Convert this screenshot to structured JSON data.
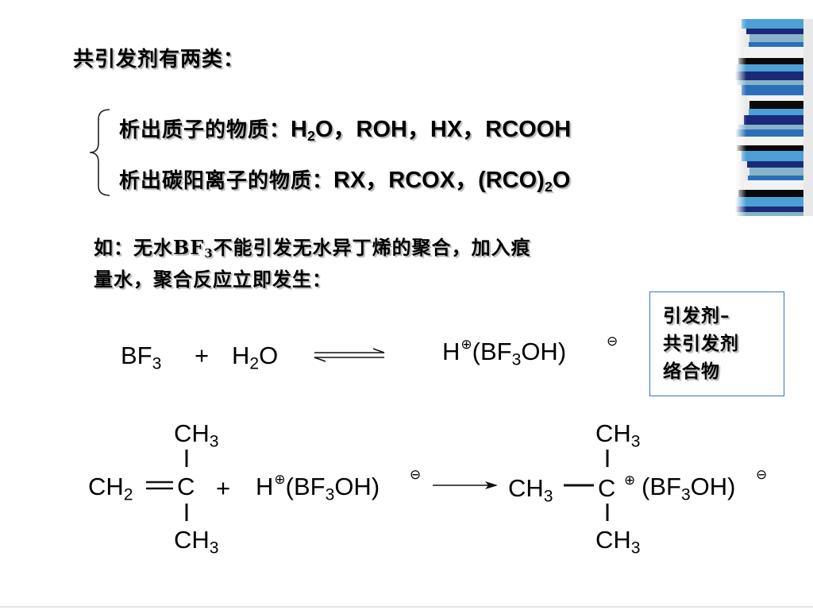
{
  "heading": "共引发剂有两类：",
  "category_lines": [
    {
      "label": "析出质子的物质：",
      "formula": {
        "a": "H",
        "a_sub": "2",
        "b": "O，ROH，HX，RCOOH"
      }
    },
    {
      "label": "析出碳阳离子的物质：",
      "formula": {
        "a": "RX，RCOX，(RCO)",
        "a_sub": "2",
        "b": "O"
      }
    }
  ],
  "example": {
    "part1": "如：无水",
    "chem": "BF",
    "chem_sub": "3",
    "part2": "不能引发无水异丁烯的聚合，加入痕",
    "line2": "量水，聚合反应立即发生："
  },
  "note_box": [
    "引发剂–",
    "共引发剂",
    "络合物"
  ],
  "reaction1": {
    "bf": "BF",
    "bf_sub": "3",
    "plus": "+",
    "h": "H",
    "h_sub": "2",
    "o": "O",
    "product_h": "H",
    "product_paren_open": "(BF",
    "product_sub": "3",
    "product_rest": "OH)",
    "pos_charge": "⊕",
    "neg_charge": "⊖"
  },
  "reaction2": {
    "left_top": "CH",
    "left_top_sub": "3",
    "left_ch2": "CH",
    "left_ch2_sub": "2",
    "left_c": "C",
    "left_bottom": "CH",
    "left_bottom_sub": "3",
    "plus": "+",
    "mid_h": "H",
    "mid_paren_open": "(BF",
    "mid_sub": "3",
    "mid_rest": "OH)",
    "right_top": "CH",
    "right_top_sub": "3",
    "right_ch3": "CH",
    "right_ch3_sub": "3",
    "right_c": "C",
    "right_counter_open": "(BF",
    "right_counter_sub": "3",
    "right_counter_rest": "OH)",
    "right_bottom": "CH",
    "right_bottom_sub": "3",
    "pos_charge": "⊕",
    "neg_charge": "⊖"
  },
  "colors": {
    "box_border": "#3d72c4",
    "stripe_colors": [
      "#1b2a78",
      "#4da0d6",
      "#0a0a0a",
      "#f2f2f2",
      "#2b6fb8",
      "#87b4c8"
    ]
  }
}
